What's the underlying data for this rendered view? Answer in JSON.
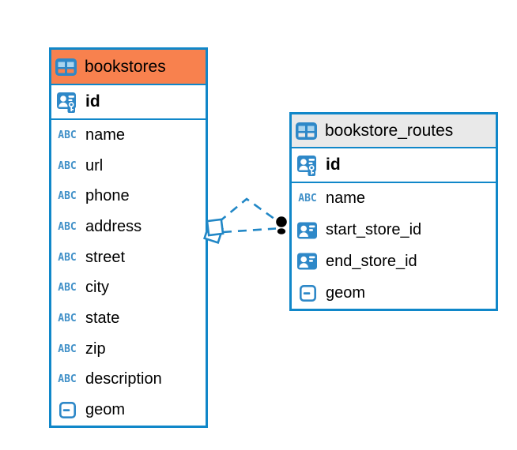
{
  "colors": {
    "table_border_blue": "#1087c9",
    "header_orange": "#f8814e",
    "header_gray": "#e9e9e9",
    "icon_blue": "#2e88c8",
    "icon_light_blue": "#a9d4ee",
    "relation_line_blue": "#2187c6",
    "canvas_background": "#ffffff",
    "text": "#000000"
  },
  "icon_labels": {
    "text_type": "ABC"
  },
  "tables": {
    "bookstores": {
      "name": "bookstores",
      "pk": "id",
      "columns": [
        "name",
        "url",
        "phone",
        "address",
        "street",
        "city",
        "state",
        "zip",
        "description",
        "geom"
      ]
    },
    "routes": {
      "name": "bookstore_routes",
      "pk": "id",
      "columns": [
        "name",
        "start_store_id",
        "end_store_id",
        "geom"
      ]
    }
  },
  "relations": {
    "line_style": "dashed",
    "count": 2,
    "between": [
      "bookstores",
      "bookstore_routes"
    ]
  }
}
